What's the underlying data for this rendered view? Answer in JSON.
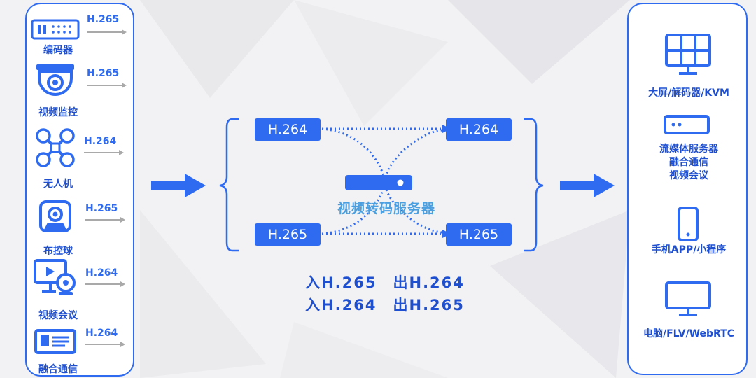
{
  "sources": [
    {
      "label": "编码器",
      "codec": "H.265",
      "icon": "encoder-icon"
    },
    {
      "label": "视频监控",
      "codec": "H.265",
      "icon": "dome-camera-icon"
    },
    {
      "label": "无人机",
      "codec": "H.264",
      "icon": "drone-icon"
    },
    {
      "label": "布控球",
      "codec": "H.265",
      "icon": "ptz-ball-camera-icon"
    },
    {
      "label": "视频会议",
      "codec": "H.264",
      "icon": "video-conference-icon"
    },
    {
      "label": "融合通信",
      "codec": "H.264",
      "icon": "fusion-communication-icon"
    }
  ],
  "transcoder": {
    "title": "视频转码服务器",
    "inputs": [
      "H.264",
      "H.265"
    ],
    "outputs": [
      "H.264",
      "H.265"
    ],
    "server_icon": "server-icon"
  },
  "summary": [
    "入H.265　出H.264",
    "入H.264　出H.265"
  ],
  "destinations": [
    {
      "label": "大屏/解码器/KVM",
      "icon": "video-wall-icon"
    },
    {
      "label": "流媒体服务器\n融合通信\n视频会议",
      "icon": "server-icon"
    },
    {
      "label": "手机APP/小程序",
      "icon": "mobile-phone-icon"
    },
    {
      "label": "电脑/FLV/WebRTC",
      "icon": "monitor-icon"
    }
  ],
  "colors": {
    "accent": "#2f6bf0",
    "label": "#1e4fd0",
    "title": "#4a9fe0",
    "arrow_gray": "#a9a9a9"
  }
}
